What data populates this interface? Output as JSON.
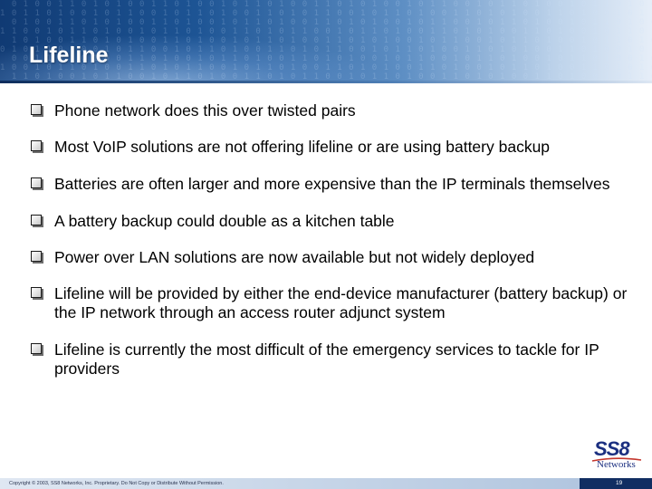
{
  "slide": {
    "title": "Lifeline",
    "bullets": [
      "Phone network does this over twisted pairs",
      "Most VoIP solutions are not offering lifeline or are using battery backup",
      "Batteries are often larger and more expensive than the IP terminals themselves",
      "A battery backup could double as a kitchen table",
      "Power over LAN solutions are now available but not widely deployed",
      "Lifeline will be provided by either the end-device manufacturer (battery backup) or the IP network through an access router adjunct system",
      "Lifeline is currently the most difficult of the emergency services to tackle for IP providers"
    ],
    "bullet_icon": "hollow-square-bullet"
  },
  "logo": {
    "mark": "SS8",
    "subtext": "Networks"
  },
  "footer": {
    "copyright": "Copyright © 2003, SS8 Networks, Inc. Proprietary. Do Not Copy or Distribute Without Permission.",
    "page_number": "19"
  },
  "colors": {
    "header_dark": "#103a73",
    "header_light": "#e6eef8",
    "title_text": "#ffffff",
    "logo_blue": "#1b2f80",
    "logo_swoosh": "#c4362d",
    "footer_page_box": "#112e62"
  }
}
